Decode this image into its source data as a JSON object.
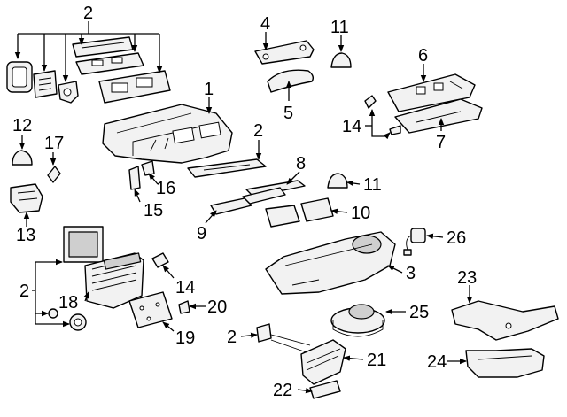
{
  "callouts": {
    "c2_top": "2",
    "c1": "1",
    "c4": "4",
    "c11_top": "11",
    "c5": "5",
    "c6": "6",
    "c14_top": "14",
    "c7": "7",
    "c12": "12",
    "c17": "17",
    "c2_mid": "2",
    "c8": "8",
    "c16": "16",
    "c15": "15",
    "c11_mid": "11",
    "c13": "13",
    "c10": "10",
    "c9": "9",
    "c26": "26",
    "c3": "3",
    "c2_left": "2",
    "c14_low": "14",
    "c18": "18",
    "c20": "20",
    "c19": "19",
    "c23": "23",
    "c25": "25",
    "c2_low": "2",
    "c21": "21",
    "c24": "24",
    "c22": "22"
  }
}
